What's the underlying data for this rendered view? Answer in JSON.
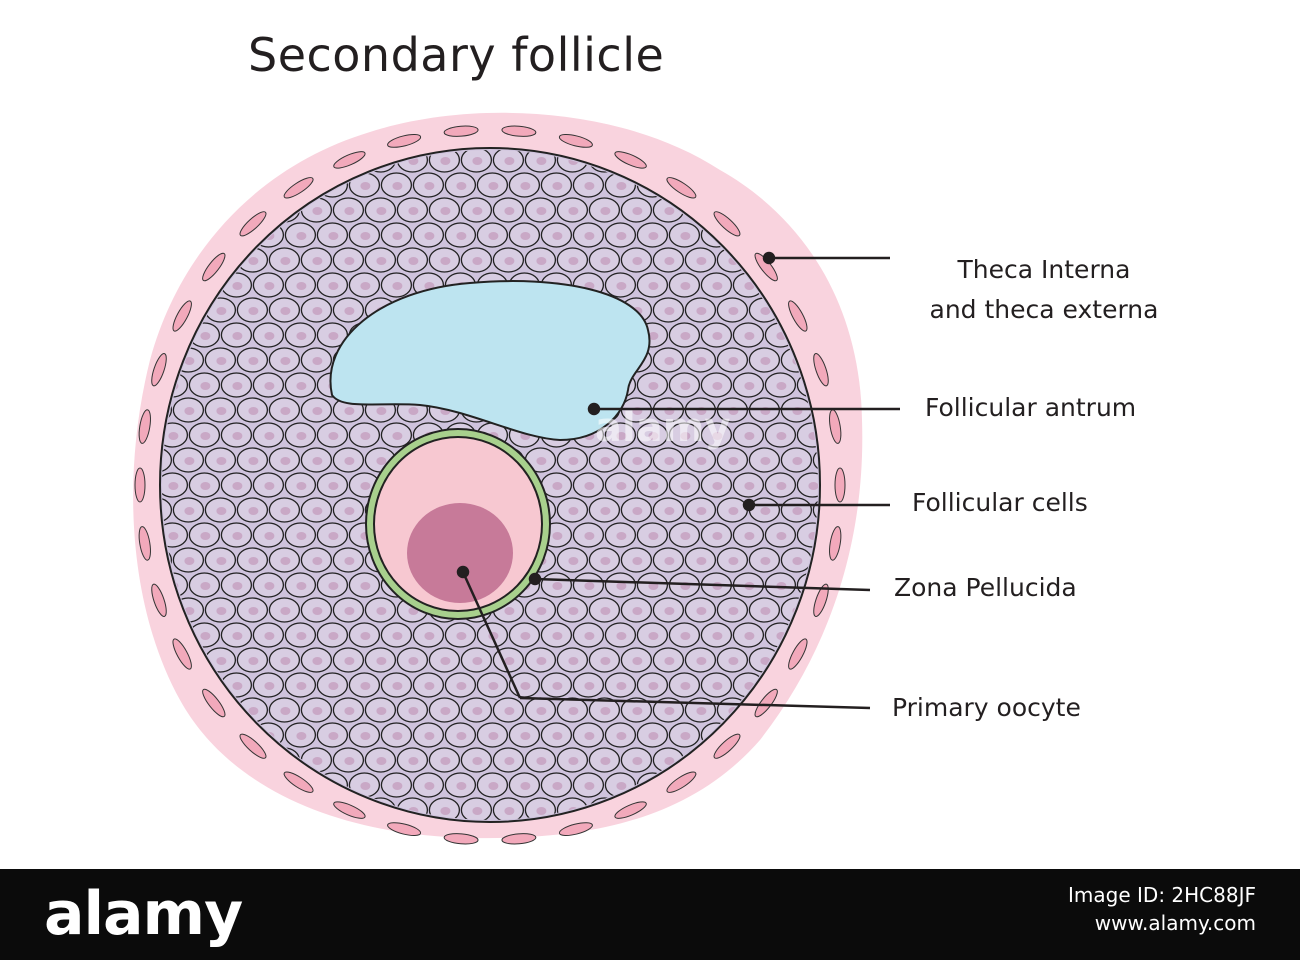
{
  "title": "Secondary follicle",
  "labels": {
    "theca_line1": "Theca Interna",
    "theca_line2": "and theca externa",
    "antrum": "Follicular antrum",
    "cells": "Follicular cells",
    "zona": "Zona Pellucida",
    "oocyte": "Primary oocyte"
  },
  "footer": {
    "brand": "alamy",
    "image_id_label": "Image ID: 2HC88JF",
    "site": "www.alamy.com"
  },
  "watermark": "alamy",
  "colors": {
    "theca": "#f9d3de",
    "theca_cell": "#f2a9bb",
    "granulosa_cell": "#d8cde2",
    "granulosa_nucleus": "#c9a8c6",
    "antrum": "#bde4f0",
    "zona": "#a8d08d",
    "oocyte": "#f7c8d1",
    "nucleus": "#c77a99",
    "text": "#231f20",
    "footer": "#0b0b0b"
  }
}
